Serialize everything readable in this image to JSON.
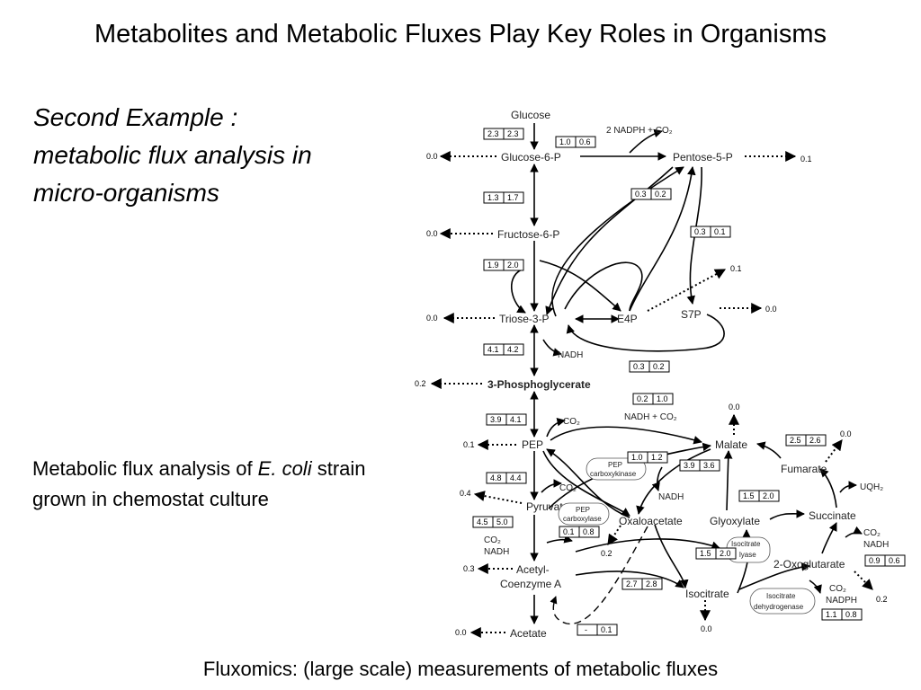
{
  "slide": {
    "title": "Metabolites and Metabolic Fluxes Play Key Roles in Organisms",
    "subtitle_lines": [
      "Second Example :",
      "metabolic flux analysis in",
      "micro-organisms"
    ],
    "caption_pre": "Metabolic flux analysis of ",
    "caption_em": "E. coli",
    "caption_post": " strain grown in chemostat culture",
    "footer": "Fluxomics:  (large scale) measurements of metabolic fluxes"
  },
  "diagram": {
    "metabolites": {
      "glucose": "Glucose",
      "glucose6p": "Glucose-6-P",
      "pentose5p": "Pentose-5-P",
      "fructose6p": "Fructose-6-P",
      "triose3p": "Triose-3-P",
      "e4p": "E4P",
      "s7p": "S7P",
      "pg3": "3-Phosphoglycerate",
      "pep": "PEP",
      "pyruvate": "Pyruvate",
      "acetylcoa1": "Acetyl-",
      "acetylcoa2": "Coenzyme A",
      "acetate": "Acetate",
      "oxaloacetate": "Oxaloacetate",
      "malate": "Malate",
      "fumarate": "Fumarate",
      "succinate": "Succinate",
      "glyoxylate": "Glyoxylate",
      "oxoglutarate": "2-Oxoglutarate",
      "isocitrate": "Isocitrate"
    },
    "cofactors": {
      "nadph2": "2 NADPH + CO₂",
      "nadh_triose": "NADH",
      "co2_pep": "CO₂",
      "co2_pyr1": "CO₂",
      "co2_pyr2": "CO₂",
      "nadh_pyr": "NADH",
      "nadh_co2": "NADH + CO₂",
      "nadh_oaa": "NADH",
      "uqh2": "UQH₂",
      "co2_oxo": "CO₂",
      "nadh_oxo": "NADH",
      "co2_iso": "CO₂",
      "nadph_iso": "NADPH"
    },
    "enzymes": {
      "pepck1": "PEP",
      "pepck2": "carboxykinase",
      "pepc1": "PEP",
      "pepc2": "carboxylase",
      "icl1": "Isocitrate",
      "icl2": "lyase",
      "icdh1": "Isocitrate",
      "icdh2": "dehydrogenase"
    },
    "flux_pairs": [
      {
        "id": "glc",
        "a": "2.3",
        "b": "2.3"
      },
      {
        "id": "g6p_p5p",
        "a": "1.0",
        "b": "0.6"
      },
      {
        "id": "g6p_f6p",
        "a": "1.3",
        "b": "1.7"
      },
      {
        "id": "ppp1",
        "a": "0.3",
        "b": "0.2"
      },
      {
        "id": "ppp2",
        "a": "0.3",
        "b": "0.1"
      },
      {
        "id": "f6p_t3p",
        "a": "1.9",
        "b": "2.0"
      },
      {
        "id": "t3p_pg",
        "a": "4.1",
        "b": "4.2"
      },
      {
        "id": "e4p_s7p",
        "a": "0.3",
        "b": "0.2"
      },
      {
        "id": "mal_nadh",
        "a": "0.2",
        "b": "1.0"
      },
      {
        "id": "pg_pep",
        "a": "3.9",
        "b": "4.1"
      },
      {
        "id": "pepck",
        "a": "1.0",
        "b": "1.2"
      },
      {
        "id": "oaa_mal",
        "a": "3.9",
        "b": "3.6"
      },
      {
        "id": "fum_mal",
        "a": "2.5",
        "b": "2.6"
      },
      {
        "id": "pep_pyr",
        "a": "4.8",
        "b": "4.4"
      },
      {
        "id": "glyox_mal",
        "a": "1.5",
        "b": "2.0"
      },
      {
        "id": "pyr_acoa",
        "a": "4.5",
        "b": "5.0"
      },
      {
        "id": "pepc",
        "a": "0.1",
        "b": "0.8"
      },
      {
        "id": "icl",
        "a": "1.5",
        "b": "2.0"
      },
      {
        "id": "oxo_succ",
        "a": "0.9",
        "b": "0.6"
      },
      {
        "id": "acoa_iso",
        "a": "2.7",
        "b": "2.8"
      },
      {
        "id": "icdh",
        "a": "1.1",
        "b": "0.8"
      },
      {
        "id": "acetate",
        "a": "-",
        "b": "0.1"
      }
    ],
    "efflux": {
      "g6p": "0.0",
      "p5p": "0.1",
      "f6p": "0.0",
      "e4p": "0.1",
      "s7p": "0.0",
      "t3p": "0.0",
      "pg": "0.2",
      "pep": "0.1",
      "pyr": "0.4",
      "acoa": "0.3",
      "acetate": "0.0",
      "oaa": "0.2",
      "mal": "0.0",
      "fum": "0.0",
      "iso": "0.0",
      "oxo": "0.2"
    }
  }
}
